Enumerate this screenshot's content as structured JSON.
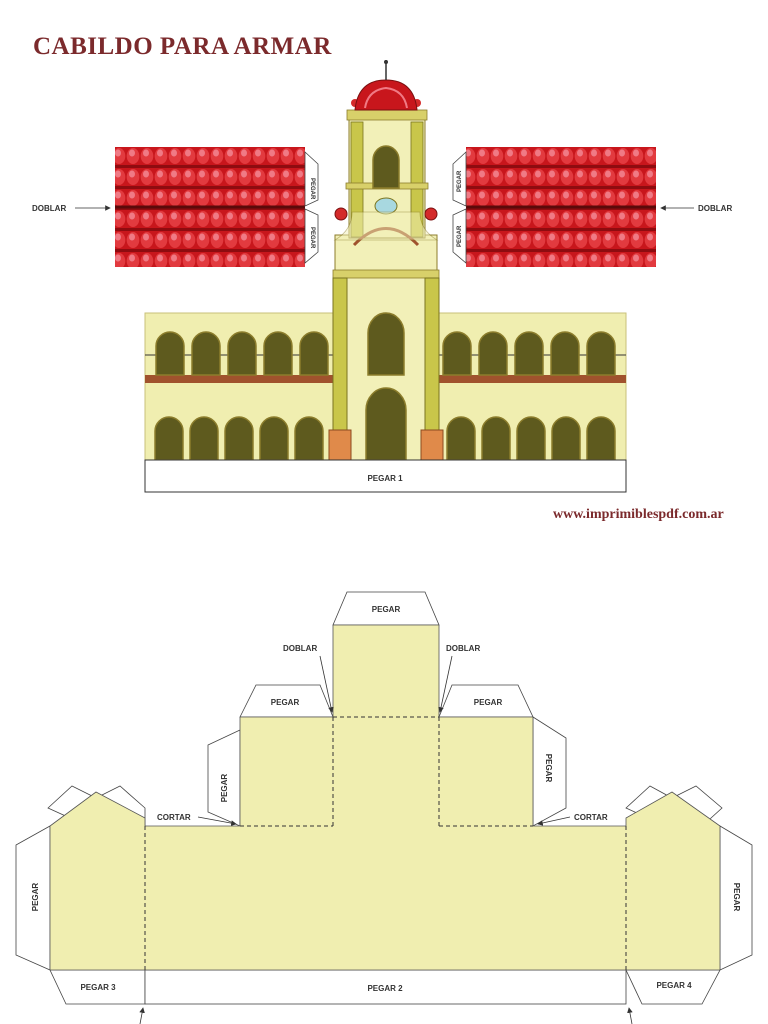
{
  "title": "CABILDO PARA ARMAR",
  "website": "www.imprimiblespdf.com.ar",
  "labels": {
    "doblar": "DOBLAR",
    "pegar": "PEGAR",
    "pegar_1": "PEGAR 1",
    "pegar_2": "PEGAR 2",
    "pegar_3": "PEGAR 3",
    "pegar_4": "PEGAR 4",
    "cortar": "CORTAR"
  },
  "colors": {
    "title": "#7b2a2c",
    "wall": "#f0eeb0",
    "roof": "#d42a2a",
    "arch": "#5e5a1e",
    "pillar": "#c9c64a"
  }
}
